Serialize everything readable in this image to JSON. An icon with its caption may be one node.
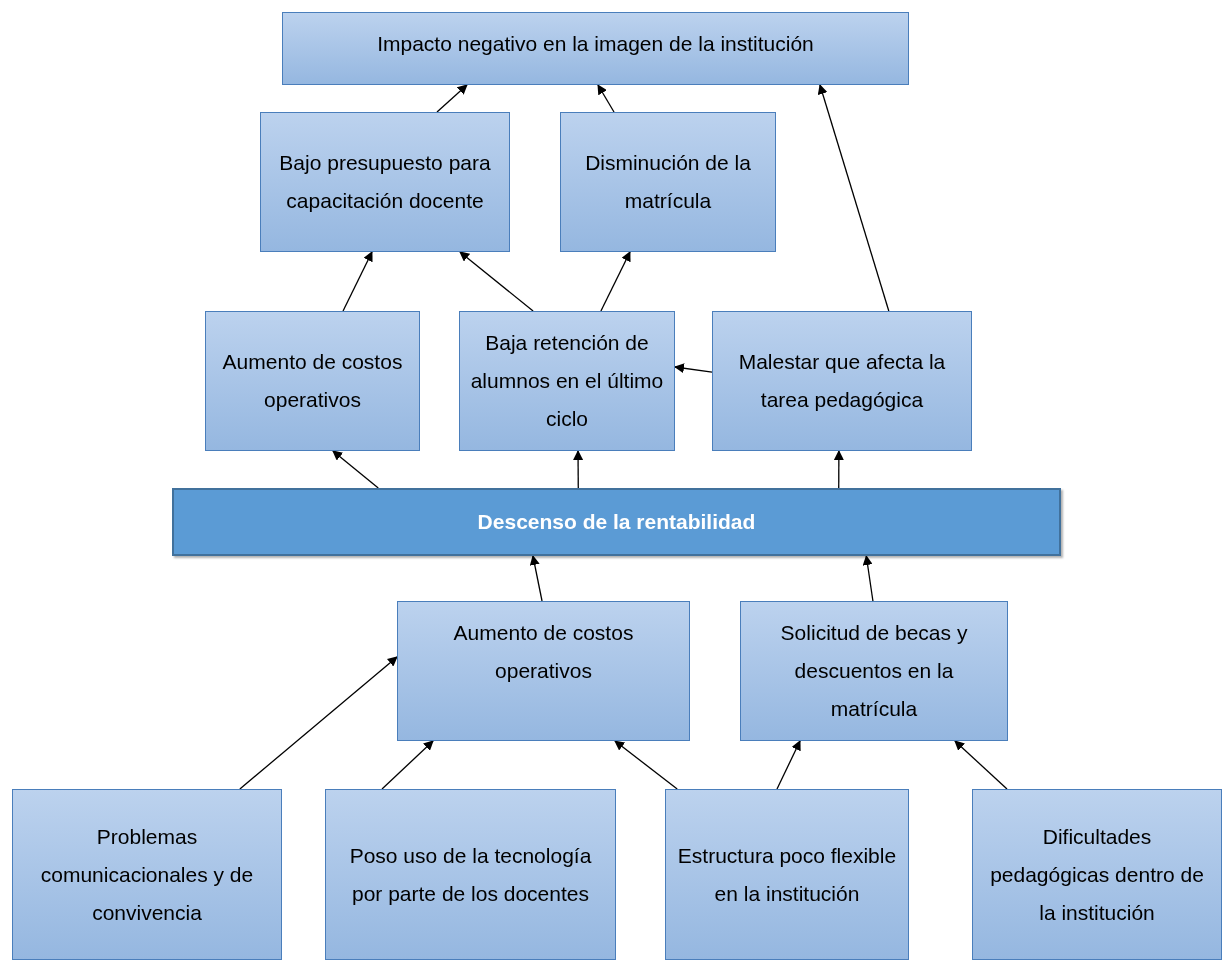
{
  "diagram": {
    "nodes": [
      {
        "text": [
          "Impacto negativo en la imagen de la institución"
        ]
      },
      {
        "text": [
          "Bajo presupuesto para capacitación docente"
        ]
      },
      {
        "text": [
          "Disminución de la matrícula"
        ]
      },
      {
        "text": [
          "Aumento de costos operativos"
        ]
      },
      {
        "text": [
          "Baja retención de alumnos en el último ciclo"
        ]
      },
      {
        "text": [
          "Malestar que afecta la tarea pedagógica"
        ]
      },
      {
        "text": [
          "Descenso de la rentabilidad"
        ]
      },
      {
        "text": [
          "Aumento de costos operativos"
        ]
      },
      {
        "text": [
          "Solicitud de becas y descuentos en la matrícula"
        ]
      },
      {
        "text": [
          "Problemas comunicacionales y de convivencia"
        ]
      },
      {
        "text": [
          "Poso uso de la tecnología por parte de los docentes"
        ]
      },
      {
        "text": [
          "Estructura poco flexible en la institución"
        ]
      },
      {
        "text": [
          "Dificultades pedagógicas dentro de la institución"
        ]
      }
    ],
    "edges": [
      {
        "from": 1,
        "to": 0,
        "arrow": "to"
      },
      {
        "from": 2,
        "to": 0,
        "arrow": "to"
      },
      {
        "from": 5,
        "to": 0,
        "arrow": "to"
      },
      {
        "from": 3,
        "to": 1,
        "arrow": "to"
      },
      {
        "from": 4,
        "to": 1,
        "arrow": "to"
      },
      {
        "from": 4,
        "to": 2,
        "arrow": "to"
      },
      {
        "from": 5,
        "to": 4,
        "arrow": "to"
      },
      {
        "from": 6,
        "to": 3,
        "arrow": "to"
      },
      {
        "from": 6,
        "to": 4,
        "arrow": "to"
      },
      {
        "from": 6,
        "to": 5,
        "arrow": "to"
      },
      {
        "from": 7,
        "to": 6,
        "arrow": "to"
      },
      {
        "from": 8,
        "to": 6,
        "arrow": "to"
      },
      {
        "from": 9,
        "to": 7,
        "arrow": "to"
      },
      {
        "from": 10,
        "to": 7,
        "arrow": "to"
      },
      {
        "from": 11,
        "to": 7,
        "arrow": "to"
      },
      {
        "from": 11,
        "to": 8,
        "arrow": "to"
      },
      {
        "from": 12,
        "to": 8,
        "arrow": "to"
      }
    ]
  }
}
